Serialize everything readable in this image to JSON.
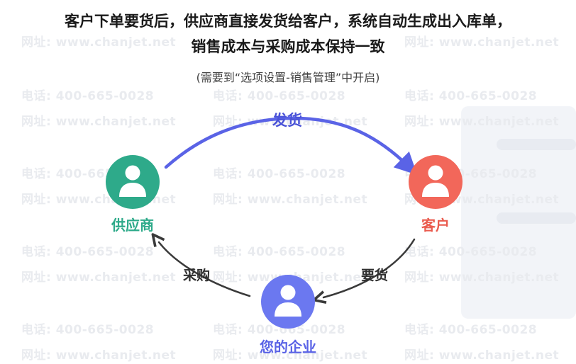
{
  "header": {
    "line1": "客户下单要货后，供应商直接发货给客户，系统自动生成出入库单，",
    "line2": "销售成本与采购成本保持一致",
    "note": "(需要到“选项设置-销售管理”中开启)"
  },
  "watermark": {
    "phone": "电话: 400-665-0028",
    "site": "网址: www.chanjet.net"
  },
  "nodes": {
    "supplier": {
      "label": "供应商",
      "color": "#2eaa8a",
      "icon": "person-icon"
    },
    "customer": {
      "label": "客户",
      "color": "#f2675a",
      "icon": "person-icon"
    },
    "company": {
      "label": "您的企业",
      "color": "#6b78f0",
      "icon": "person-icon"
    }
  },
  "edges": {
    "ship": {
      "label": "发货",
      "color": "#5a63e6"
    },
    "order": {
      "label": "要货",
      "color": "#2f2f2f"
    },
    "purchase": {
      "label": "采购",
      "color": "#2f2f2f"
    }
  },
  "colors": {
    "label_supplier": "#2eaa8a",
    "label_customer": "#ea5b4e",
    "label_company": "#5a63e6",
    "ship_label": "#4a53d8",
    "gray_label": "#2f2f2f"
  }
}
